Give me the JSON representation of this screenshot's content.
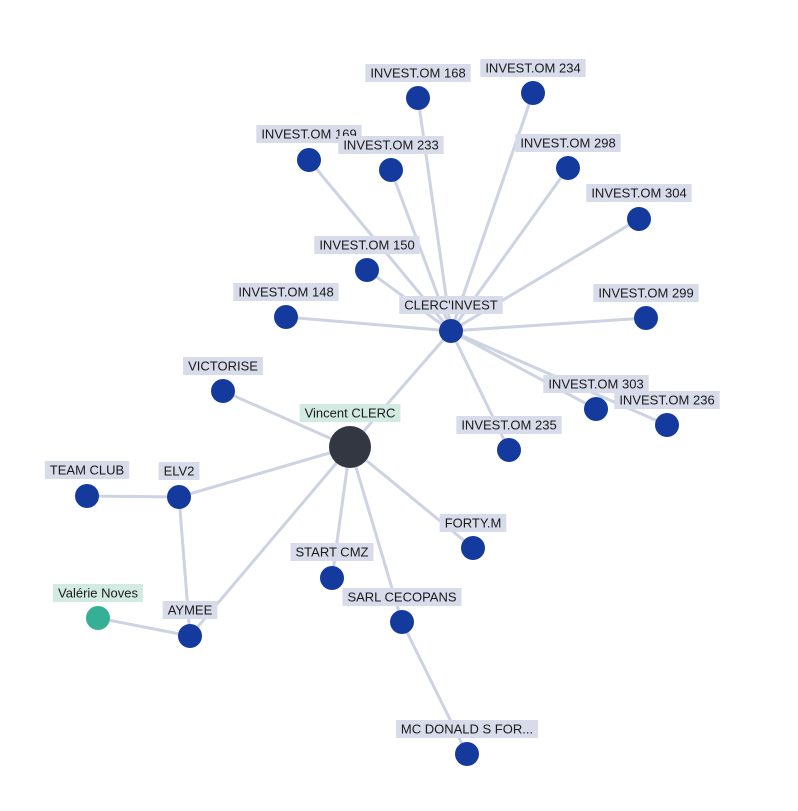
{
  "graph": {
    "colors": {
      "company": "#153a9e",
      "person": "#36b094",
      "root": "#323742",
      "edge": "#cdd3e3"
    },
    "nodes": [
      {
        "id": "n0",
        "label": "Vincent CLERC",
        "kind": "root"
      },
      {
        "id": "n1",
        "label": "CLERC'INVEST",
        "kind": "company"
      },
      {
        "id": "n2",
        "label": "INVEST.OM 168",
        "kind": "company"
      },
      {
        "id": "n3",
        "label": "INVEST.OM 234",
        "kind": "company"
      },
      {
        "id": "n4",
        "label": "INVEST.OM 169",
        "kind": "company"
      },
      {
        "id": "n5",
        "label": "INVEST.OM 233",
        "kind": "company"
      },
      {
        "id": "n6",
        "label": "INVEST.OM 298",
        "kind": "company"
      },
      {
        "id": "n7",
        "label": "INVEST.OM 304",
        "kind": "company"
      },
      {
        "id": "n8",
        "label": "INVEST.OM 150",
        "kind": "company"
      },
      {
        "id": "n9",
        "label": "INVEST.OM 148",
        "kind": "company"
      },
      {
        "id": "n10",
        "label": "INVEST.OM 299",
        "kind": "company"
      },
      {
        "id": "n11",
        "label": "INVEST.OM 303",
        "kind": "company"
      },
      {
        "id": "n12",
        "label": "INVEST.OM 236",
        "kind": "company"
      },
      {
        "id": "n13",
        "label": "INVEST.OM 235",
        "kind": "company"
      },
      {
        "id": "n14",
        "label": "VICTORISE",
        "kind": "company"
      },
      {
        "id": "n15",
        "label": "TEAM CLUB",
        "kind": "company"
      },
      {
        "id": "n16",
        "label": "ELV2",
        "kind": "company"
      },
      {
        "id": "n17",
        "label": "FORTY.M",
        "kind": "company"
      },
      {
        "id": "n18",
        "label": "START CMZ",
        "kind": "company"
      },
      {
        "id": "n19",
        "label": "SARL CECOPANS",
        "kind": "company"
      },
      {
        "id": "n20",
        "label": "Valérie Noves",
        "kind": "person"
      },
      {
        "id": "n21",
        "label": "AYMEE",
        "kind": "company"
      },
      {
        "id": "n22",
        "label": "MC DONALD S FOR...",
        "kind": "company"
      }
    ],
    "edges": [
      [
        "n1",
        "n2"
      ],
      [
        "n1",
        "n3"
      ],
      [
        "n1",
        "n4"
      ],
      [
        "n1",
        "n5"
      ],
      [
        "n1",
        "n6"
      ],
      [
        "n1",
        "n7"
      ],
      [
        "n1",
        "n8"
      ],
      [
        "n1",
        "n9"
      ],
      [
        "n1",
        "n10"
      ],
      [
        "n1",
        "n11"
      ],
      [
        "n1",
        "n12"
      ],
      [
        "n1",
        "n13"
      ],
      [
        "n0",
        "n1"
      ],
      [
        "n0",
        "n14"
      ],
      [
        "n0",
        "n16"
      ],
      [
        "n0",
        "n17"
      ],
      [
        "n0",
        "n18"
      ],
      [
        "n0",
        "n19"
      ],
      [
        "n0",
        "n21"
      ],
      [
        "n16",
        "n15"
      ],
      [
        "n16",
        "n21"
      ],
      [
        "n20",
        "n21"
      ],
      [
        "n19",
        "n22"
      ]
    ]
  }
}
